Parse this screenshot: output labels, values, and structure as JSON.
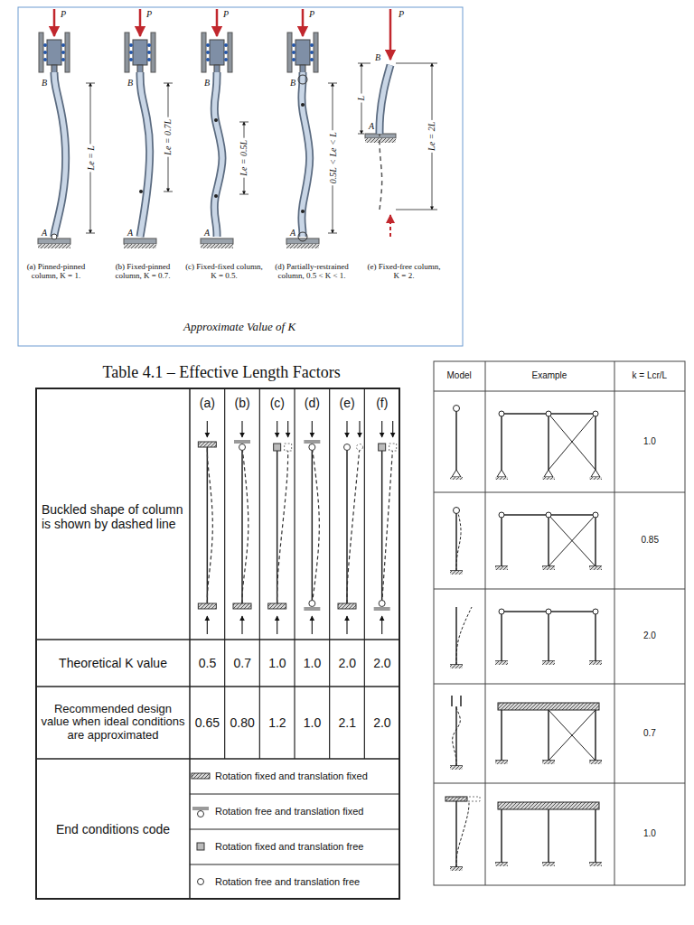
{
  "diagram": {
    "labels": [
      "P",
      "B",
      "A",
      "Le = L",
      "(a) Pinned-pinned column, K = 1.",
      "P",
      "B",
      "A",
      "Le = 0.7L",
      "(b) Fixed-pinned column, K = 0.7.",
      "P",
      "B",
      "A",
      "Le = 0.5L",
      "(c) Fixed-fixed column, K = 0.5.",
      "P",
      "B",
      "A",
      "0.5L < Le < L",
      "(d) Partially-restrained column, 0.5 < K < 1.",
      "P",
      "B",
      "L",
      "A",
      "Le = 2L",
      "(e) Fixed-free column, K = 2.",
      "Approximate Value of K",
      "Table 4.1 – Effective Length Factors",
      "(a)",
      "(b)",
      "(c)",
      "(d)",
      "(e)",
      "(f)",
      "Buckled shape of column is shown by dashed line",
      "Theoretical K value",
      "0.5",
      "0.7",
      "1.0",
      "1.0",
      "2.0",
      "2.0",
      "Recommended design value when ideal conditions are approximated",
      "0.65",
      "0.80",
      "1.2",
      "1.0",
      "2.1",
      "2.0",
      "End conditions code",
      "Rotation fixed and translation fixed",
      "Rotation free and translation fixed",
      "Rotation fixed and translation free",
      "Rotation free and translation free",
      "Model",
      "Example",
      "k = Lcr/L",
      "1.0",
      "0.85",
      "2.0",
      "0.7",
      "1.0"
    ]
  }
}
